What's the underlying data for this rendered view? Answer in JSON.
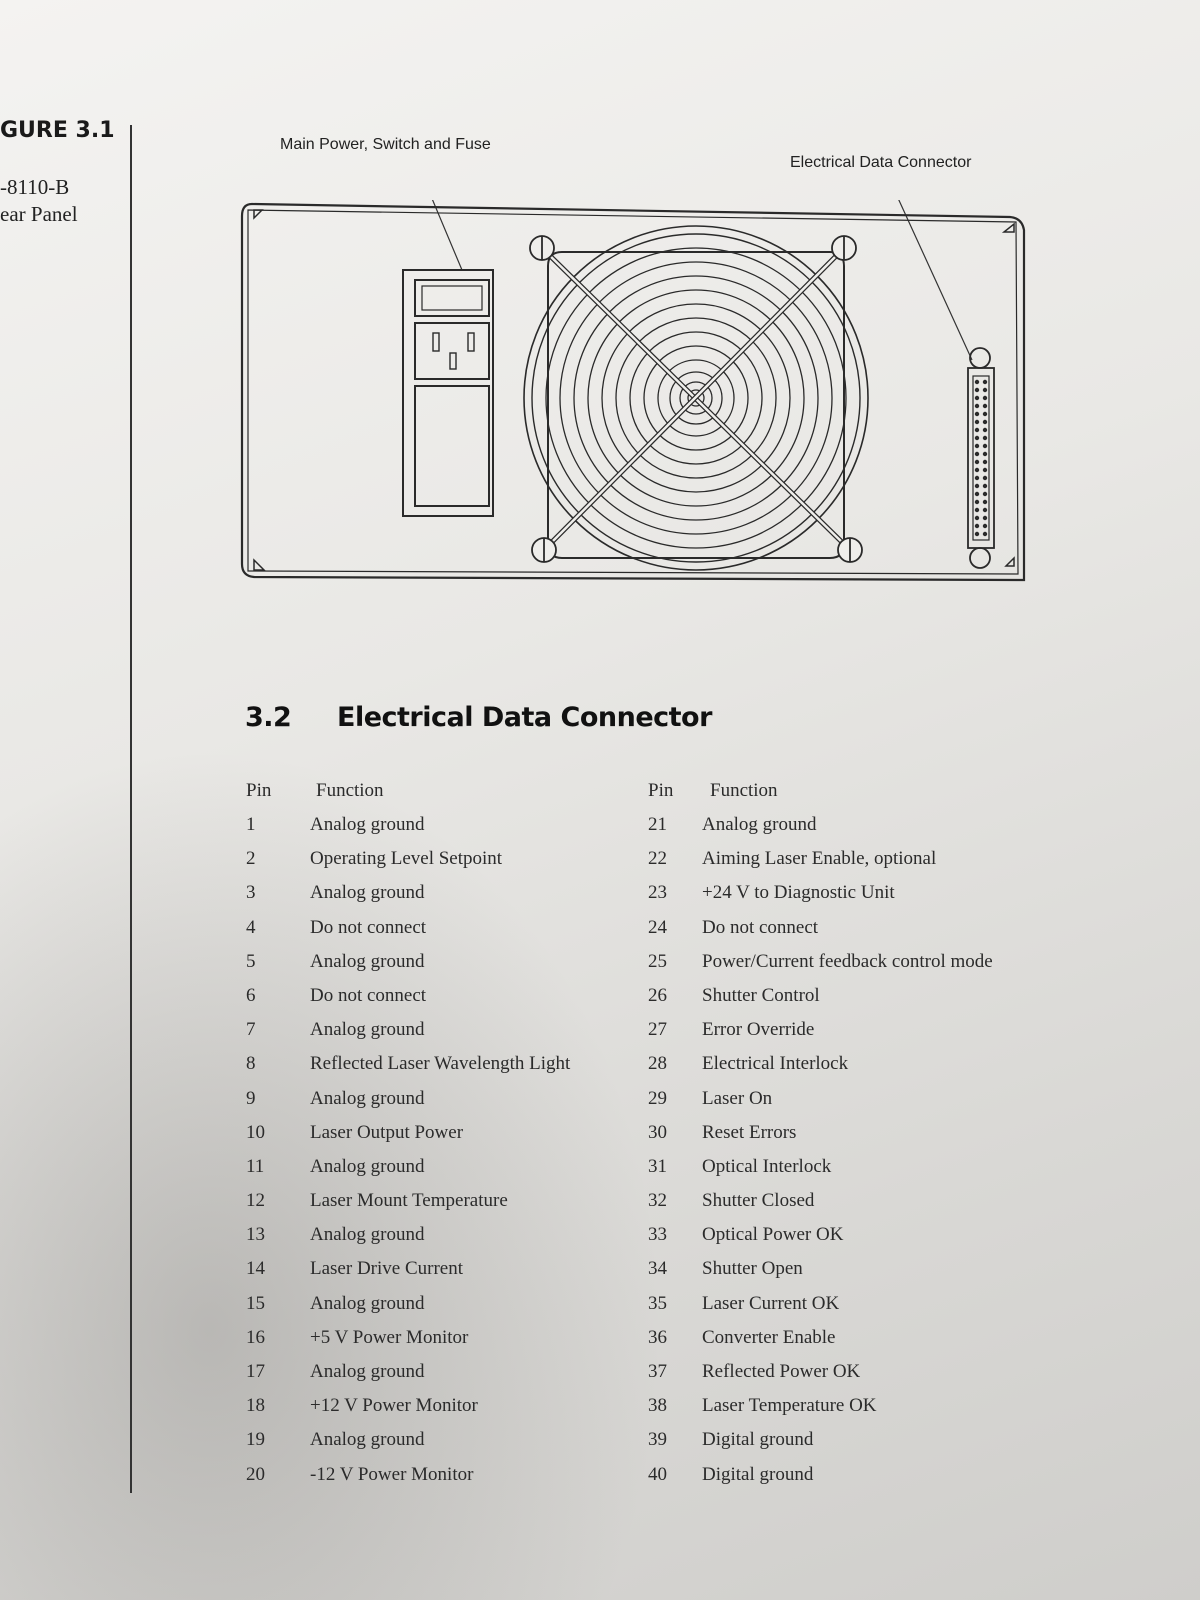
{
  "figure": {
    "label": "GURE 3.1",
    "caption_line1": "-8110-B",
    "caption_line2": "ear Panel"
  },
  "callouts": {
    "main_power": "Main Power, Switch and Fuse",
    "data_connector": "Electrical Data Connector"
  },
  "section": {
    "number": "3.2",
    "title": "Electrical Data Connector"
  },
  "table": {
    "headers": {
      "pin": "Pin",
      "function": "Function"
    },
    "left": [
      {
        "pin": "1",
        "function": "Analog ground"
      },
      {
        "pin": "2",
        "function": "Operating Level Setpoint"
      },
      {
        "pin": "3",
        "function": "Analog ground"
      },
      {
        "pin": "4",
        "function": "Do not connect"
      },
      {
        "pin": "5",
        "function": "Analog ground"
      },
      {
        "pin": "6",
        "function": "Do not connect"
      },
      {
        "pin": "7",
        "function": "Analog ground"
      },
      {
        "pin": "8",
        "function": "Reflected Laser Wavelength Light"
      },
      {
        "pin": "9",
        "function": "Analog ground"
      },
      {
        "pin": "10",
        "function": "Laser Output Power"
      },
      {
        "pin": "11",
        "function": "Analog ground"
      },
      {
        "pin": "12",
        "function": "Laser Mount Temperature"
      },
      {
        "pin": "13",
        "function": "Analog ground"
      },
      {
        "pin": "14",
        "function": "Laser Drive Current"
      },
      {
        "pin": "15",
        "function": "Analog ground"
      },
      {
        "pin": "16",
        "function": "+5 V Power Monitor"
      },
      {
        "pin": "17",
        "function": "Analog ground"
      },
      {
        "pin": "18",
        "function": "+12 V Power Monitor"
      },
      {
        "pin": "19",
        "function": "Analog ground"
      },
      {
        "pin": "20",
        "function": "-12 V Power Monitor"
      }
    ],
    "right": [
      {
        "pin": "21",
        "function": "Analog ground"
      },
      {
        "pin": "22",
        "function": "Aiming Laser Enable, optional"
      },
      {
        "pin": "23",
        "function": "+24 V to Diagnostic Unit"
      },
      {
        "pin": "24",
        "function": "Do not connect"
      },
      {
        "pin": "25",
        "function": "Power/Current feedback control mode"
      },
      {
        "pin": "26",
        "function": "Shutter Control"
      },
      {
        "pin": "27",
        "function": "Error Override"
      },
      {
        "pin": "28",
        "function": "Electrical Interlock"
      },
      {
        "pin": "29",
        "function": "Laser On"
      },
      {
        "pin": "30",
        "function": "Reset Errors"
      },
      {
        "pin": "31",
        "function": "Optical Interlock"
      },
      {
        "pin": "32",
        "function": "Shutter Closed"
      },
      {
        "pin": "33",
        "function": "Optical Power OK"
      },
      {
        "pin": "34",
        "function": "Shutter Open"
      },
      {
        "pin": "35",
        "function": "Laser Current OK"
      },
      {
        "pin": "36",
        "function": "Converter Enable"
      },
      {
        "pin": "37",
        "function": "Reflected Power OK"
      },
      {
        "pin": "38",
        "function": "Laser Temperature OK"
      },
      {
        "pin": "39",
        "function": "Digital ground"
      },
      {
        "pin": "40",
        "function": "Digital ground"
      }
    ]
  }
}
